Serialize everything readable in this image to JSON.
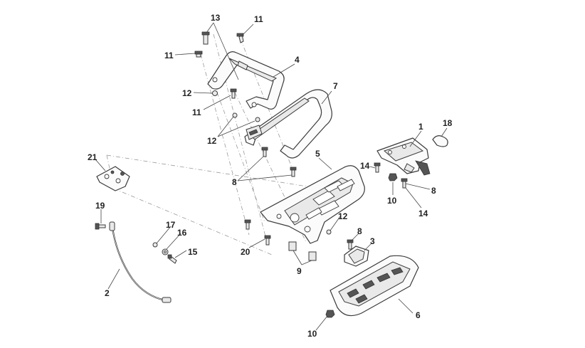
{
  "diagram": {
    "callouts": [
      {
        "id": "c13",
        "label": "13"
      },
      {
        "id": "c11a",
        "label": "11"
      },
      {
        "id": "c11b",
        "label": "11"
      },
      {
        "id": "c4",
        "label": "4"
      },
      {
        "id": "c12a",
        "label": "12"
      },
      {
        "id": "c11c",
        "label": "11"
      },
      {
        "id": "c7",
        "label": "7"
      },
      {
        "id": "c12b",
        "label": "12"
      },
      {
        "id": "c1",
        "label": "1"
      },
      {
        "id": "c18",
        "label": "18"
      },
      {
        "id": "c21",
        "label": "21"
      },
      {
        "id": "c5",
        "label": "5"
      },
      {
        "id": "c14a",
        "label": "14"
      },
      {
        "id": "c8a",
        "label": "8"
      },
      {
        "id": "c8b",
        "label": "8"
      },
      {
        "id": "c10a",
        "label": "10"
      },
      {
        "id": "c14b",
        "label": "14"
      },
      {
        "id": "c19",
        "label": "19"
      },
      {
        "id": "c12c",
        "label": "12"
      },
      {
        "id": "c17",
        "label": "17"
      },
      {
        "id": "c16",
        "label": "16"
      },
      {
        "id": "c8c",
        "label": "8"
      },
      {
        "id": "c3",
        "label": "3"
      },
      {
        "id": "c15",
        "label": "15"
      },
      {
        "id": "c20",
        "label": "20"
      },
      {
        "id": "c9",
        "label": "9"
      },
      {
        "id": "c2",
        "label": "2"
      },
      {
        "id": "c6",
        "label": "6"
      },
      {
        "id": "c10b",
        "label": "10"
      }
    ]
  }
}
